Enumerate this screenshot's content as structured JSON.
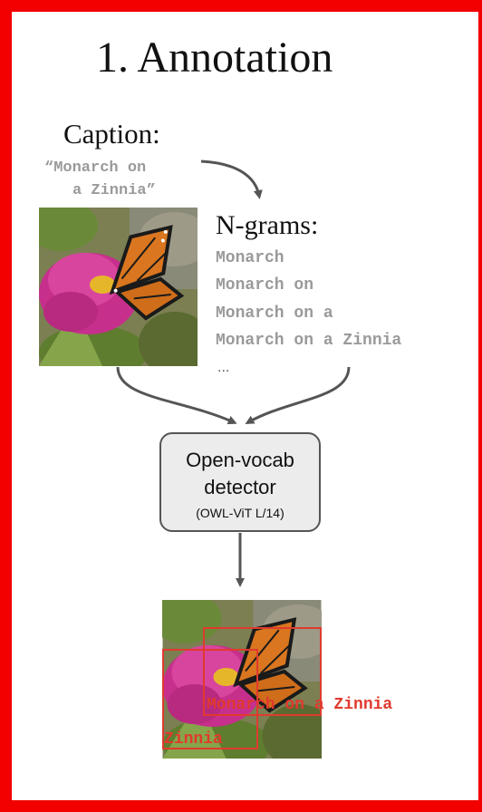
{
  "title": "1. Annotation",
  "caption": {
    "label": "Caption:",
    "line1": "“Monarch on",
    "line2": "a Zinnia”"
  },
  "ngrams": {
    "label": "N-grams:",
    "items": [
      "Monarch",
      "Monarch on",
      "Monarch on a",
      "Monarch on a Zinnia"
    ],
    "ellipsis": "..."
  },
  "detector": {
    "line1": "Open-vocab",
    "line2": "detector",
    "model": "(OWL-ViT L/14)"
  },
  "detections": [
    {
      "label": "Monarch on a Zinnia"
    },
    {
      "label": "Zinnia"
    }
  ],
  "colors": {
    "frame": "#f20000",
    "box": "#e03a2e",
    "mono_text": "#9a9a9a"
  }
}
